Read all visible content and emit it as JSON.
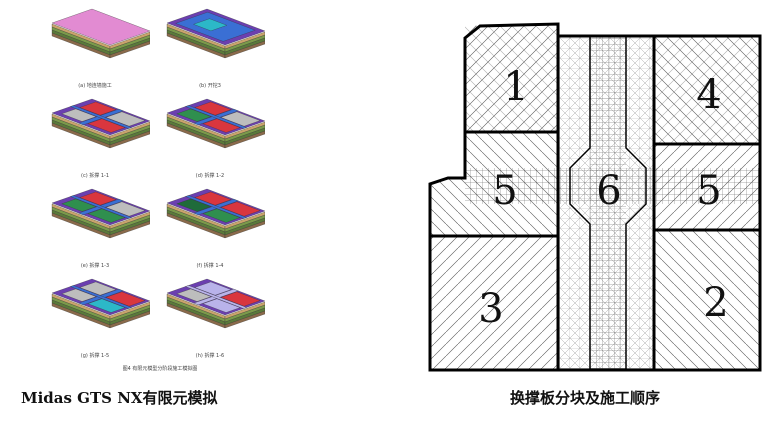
{
  "left": {
    "caption": "Midas GTS NX有限元模拟",
    "figure_caption": "图4 有限元模型分阶段施工模拟图",
    "cells": [
      {
        "label": "(a) 地连墙施工",
        "stage": "wall"
      },
      {
        "label": "(b) 开挖3",
        "stage": "dig"
      },
      {
        "label": "(c) 拆撑 1-1",
        "stage": "c1"
      },
      {
        "label": "(d) 拆撑 1-2",
        "stage": "c2"
      },
      {
        "label": "(e) 拆撑 1-3",
        "stage": "c3"
      },
      {
        "label": "(f) 拆撑 1-4",
        "stage": "c4"
      },
      {
        "label": "(g) 拆撑 1-5",
        "stage": "c5"
      },
      {
        "label": "(h) 拆撑 1-6",
        "stage": "c6"
      }
    ],
    "colors": {
      "pink": "#e28bd2",
      "blue": "#3a6fd4",
      "purple": "#6b3fb0",
      "red": "#d9363e",
      "green": "#2f8f4e",
      "gray": "#bdbdbd",
      "cyan": "#2cb8c8",
      "lavender": "#b9b3ea",
      "darkgreen": "#1f6b3a",
      "tan": "#c9a46b"
    }
  },
  "right": {
    "caption": "换撑板分块及施工顺序",
    "regions": [
      {
        "id": "1",
        "label": "1"
      },
      {
        "id": "4",
        "label": "4"
      },
      {
        "id": "5a",
        "label": "5"
      },
      {
        "id": "6",
        "label": "6"
      },
      {
        "id": "5b",
        "label": "5"
      },
      {
        "id": "3",
        "label": "3"
      },
      {
        "id": "2",
        "label": "2"
      }
    ]
  }
}
